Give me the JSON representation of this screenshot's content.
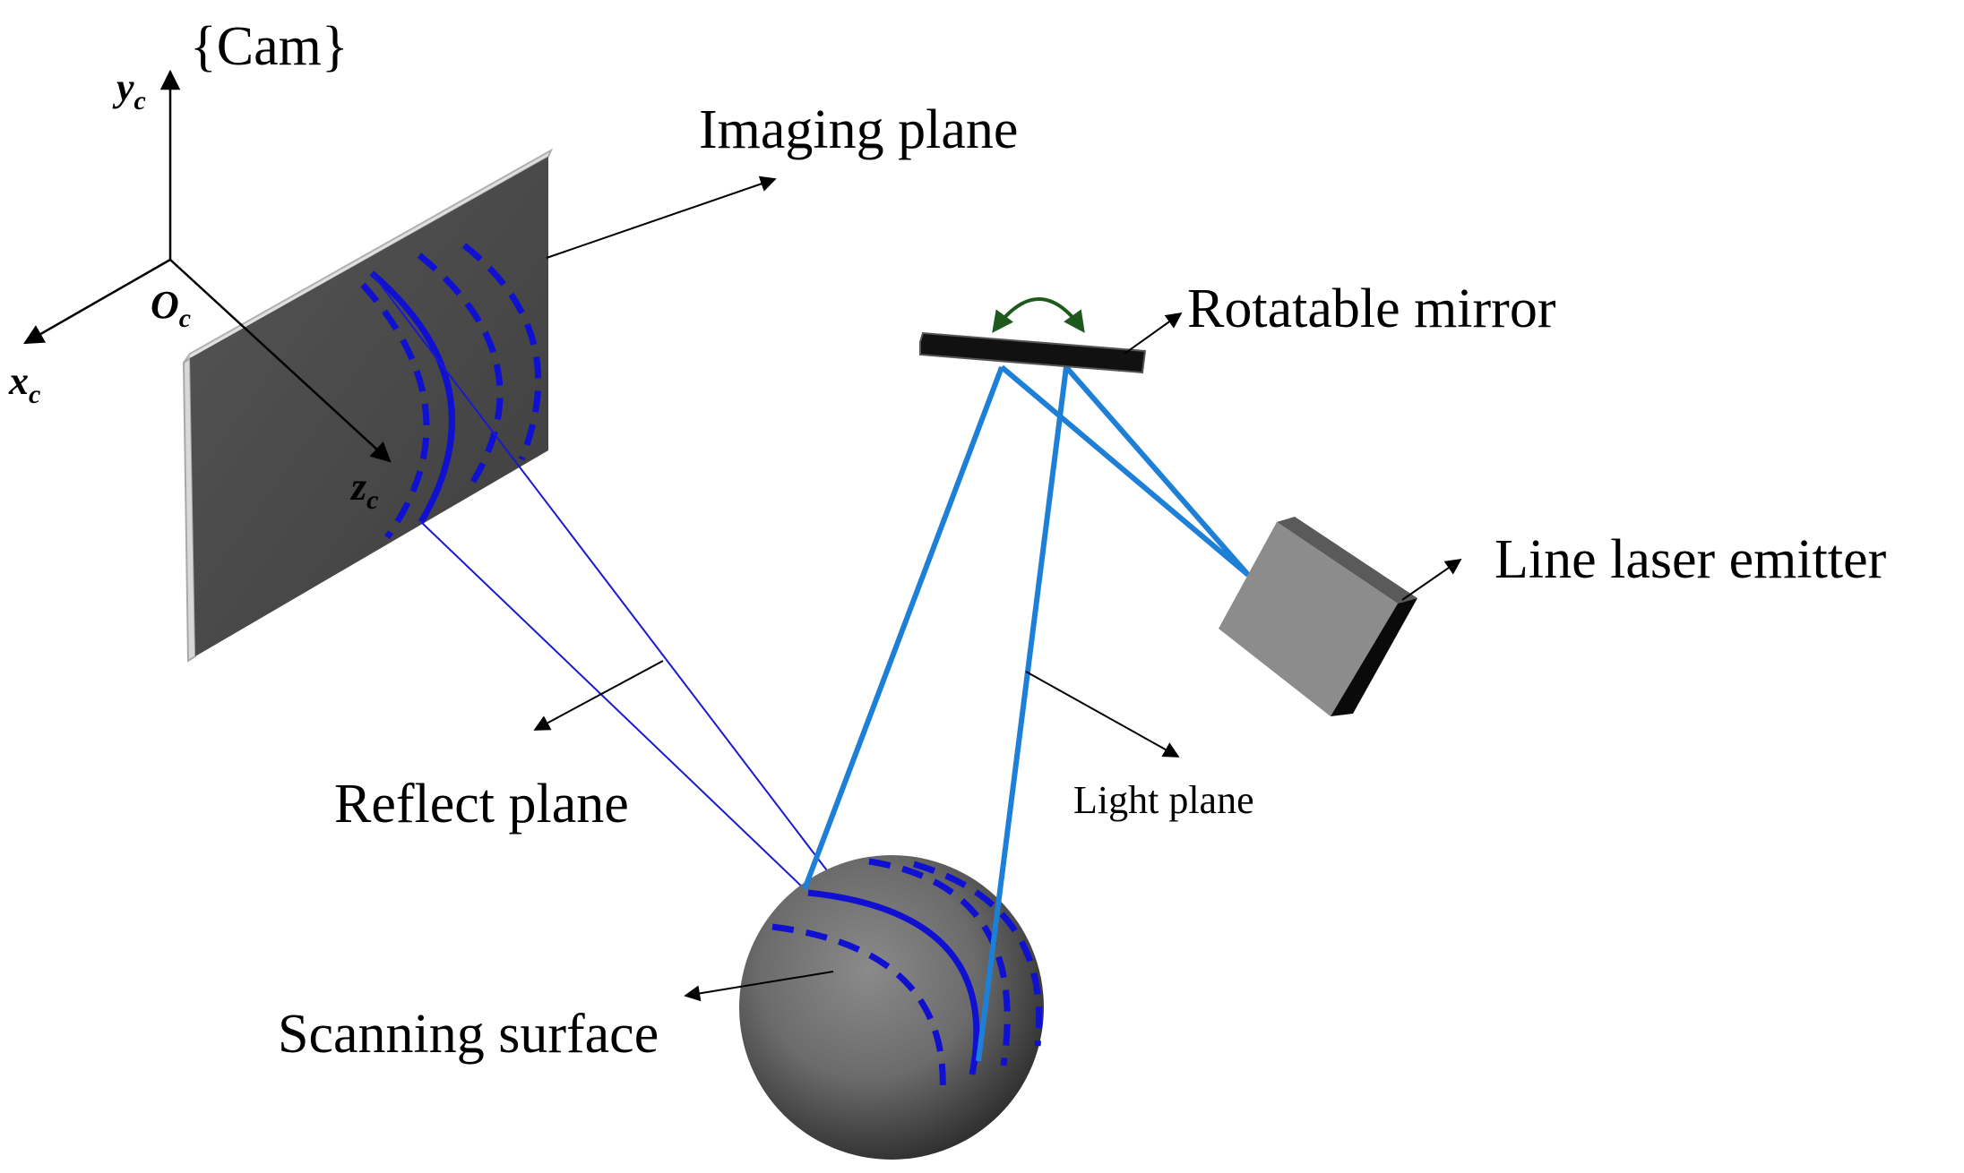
{
  "frame_label": "{Cam}",
  "axes": {
    "y": {
      "main": "y",
      "sub": "c"
    },
    "x": {
      "main": "x",
      "sub": "c"
    },
    "z": {
      "main": "z",
      "sub": "c"
    },
    "origin": {
      "main": "O",
      "sub": "c"
    }
  },
  "labels": {
    "imaging_plane": "Imaging plane",
    "rotatable_mirror": "Rotatable mirror",
    "line_laser_emitter": "Line laser emitter",
    "reflect_plane": "Reflect plane",
    "light_plane": "Light plane",
    "scanning_surface": "Scanning surface"
  },
  "colors": {
    "laser_light": "#1e7fd6",
    "stripe": "#1010d0",
    "reflect_ray": "#1a1acc",
    "plane_face": "#4a4a4a",
    "mirror": "#111111",
    "emitter_body": "#8c8c8c",
    "rotation_arrow": "#1e5a1e"
  }
}
